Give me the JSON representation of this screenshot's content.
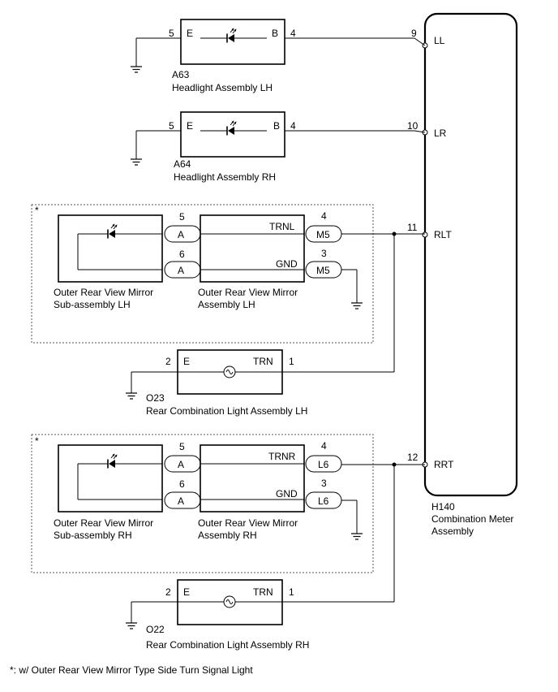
{
  "meter": {
    "code": "H140",
    "name_line1": "Combination Meter",
    "name_line2": "Assembly",
    "terminals": [
      {
        "pin": "9",
        "name": "LL"
      },
      {
        "pin": "10",
        "name": "LR"
      },
      {
        "pin": "11",
        "name": "RLT"
      },
      {
        "pin": "12",
        "name": "RRT"
      }
    ]
  },
  "headlight_lh": {
    "code": "A63",
    "name": "Headlight Assembly LH",
    "e_label": "E",
    "b_label": "B",
    "e_pin": "5",
    "b_pin": "4"
  },
  "headlight_rh": {
    "code": "A64",
    "name": "Headlight Assembly RH",
    "e_label": "E",
    "b_label": "B",
    "e_pin": "5",
    "b_pin": "4"
  },
  "mirror_lh": {
    "option_mark": "*",
    "sub_name_line1": "Outer Rear View Mirror",
    "sub_name_line2": "Sub-assembly LH",
    "assy_name_line1": "Outer Rear View Mirror",
    "assy_name_line2": "Assembly LH",
    "conn_a": "A",
    "pin_a_top": "5",
    "pin_a_bottom": "6",
    "signal_label": "TRNL",
    "gnd_label": "GND",
    "conn_out": "M5",
    "pin_out_top": "4",
    "pin_out_bottom": "3"
  },
  "mirror_rh": {
    "option_mark": "*",
    "sub_name_line1": "Outer Rear View Mirror",
    "sub_name_line2": "Sub-assembly RH",
    "assy_name_line1": "Outer Rear View Mirror",
    "assy_name_line2": "Assembly RH",
    "conn_a": "A",
    "pin_a_top": "5",
    "pin_a_bottom": "6",
    "signal_label": "TRNR",
    "gnd_label": "GND",
    "conn_out": "L6",
    "pin_out_top": "4",
    "pin_out_bottom": "3"
  },
  "rear_lh": {
    "code": "O23",
    "name": "Rear Combination Light Assembly LH",
    "e_label": "E",
    "trn_label": "TRN",
    "e_pin": "2",
    "trn_pin": "1"
  },
  "rear_rh": {
    "code": "O22",
    "name": "Rear Combination Light Assembly RH",
    "e_label": "E",
    "trn_label": "TRN",
    "e_pin": "2",
    "trn_pin": "1"
  },
  "footnote": "*: w/ Outer Rear View Mirror Type Side Turn  Signal Light"
}
